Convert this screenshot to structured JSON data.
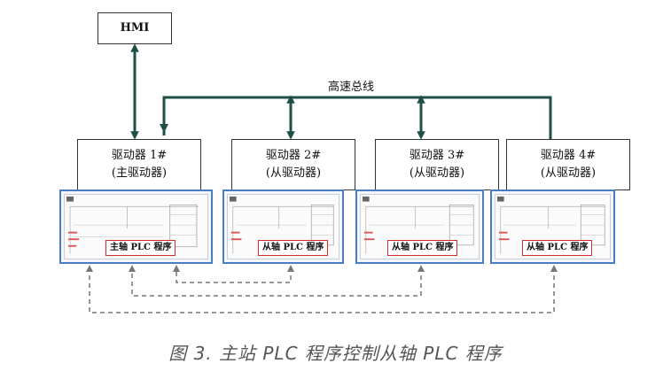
{
  "hmi": {
    "label": "HMI"
  },
  "bus": {
    "label": "高速总线"
  },
  "drivers": [
    {
      "line1": "驱动器 1#",
      "line2": "(主驱动器)"
    },
    {
      "line1": "驱动器 2#",
      "line2": "(从驱动器)"
    },
    {
      "line1": "驱动器 3#",
      "line2": "(从驱动器)"
    },
    {
      "line1": "驱动器 4#",
      "line2": "(从驱动器)"
    }
  ],
  "plc_programs": [
    {
      "label": "主轴 PLC 程序"
    },
    {
      "label": "从轴 PLC 程序"
    },
    {
      "label": "从轴 PLC 程序"
    },
    {
      "label": "从轴 PLC 程序"
    }
  ],
  "caption": "图 3. 主站 PLC 程序控制从轴 PLC 程序",
  "colors": {
    "bus_line": "#1f4f46",
    "plc_border": "#4a7cc4",
    "label_border": "#d12b2b",
    "dashed": "#777777"
  }
}
